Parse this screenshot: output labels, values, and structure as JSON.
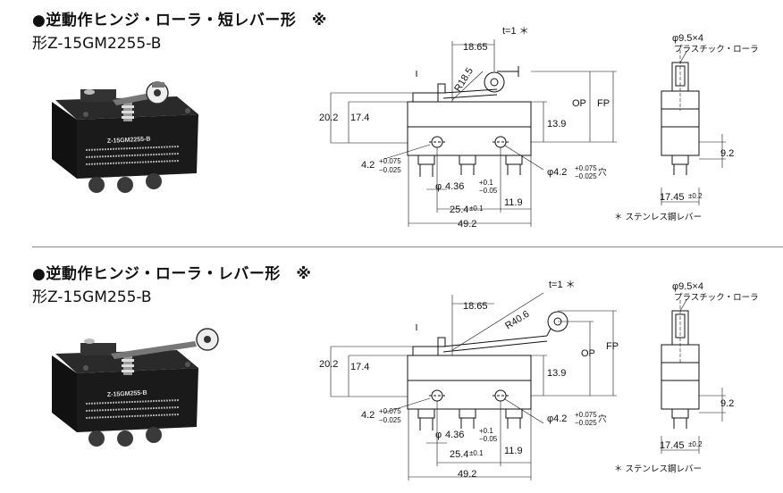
{
  "sections": [
    {
      "title": "●逆動作ヒンジ・ローラ・短レバー形　※",
      "model": "形Z-15GM2255-B",
      "photo_label": "Z-15GM2255-B",
      "dims": {
        "t": "t=1 ＊",
        "d1865": "18.65",
        "radius": "R18.5",
        "h202": "20.2",
        "h174": "17.4",
        "op": "OP",
        "fp": "FP",
        "h139": "13.9",
        "hole_left": "4.2",
        "hole_left_tol_up": "+0.075",
        "hole_left_tol_dn": "−0.025",
        "pitch": "4.36",
        "pitch_tol_up": "+0.1",
        "pitch_tol_dn": "−0.05",
        "hole_right": "φ4.2",
        "hole_right_tol_up": "+0.075",
        "hole_right_tol_dn": "−0.025",
        "hole_right_suffix": "穴",
        "w254": "25.4",
        "w254_tol": "±0.1",
        "w119": "11.9",
        "w492": "49.2",
        "roller": "φ9.5×4",
        "roller_material": "プラスチック・ローラ",
        "h92": "9.2",
        "w1745": "17.45",
        "w1745_tol": "±0.2",
        "note": "＊ ステンレス鋼レバー"
      }
    },
    {
      "title": "●逆動作ヒンジ・ローラ・レバー形　※",
      "model": "形Z-15GM255-B",
      "photo_label": "Z-15GM255-B",
      "dims": {
        "t": "t=1 ＊",
        "d1865": "18.65",
        "radius": "R40.6",
        "h202": "20.2",
        "h174": "17.4",
        "op": "OP",
        "fp": "FP",
        "h139": "13.9",
        "hole_left": "4.2",
        "hole_left_tol_up": "+0.075",
        "hole_left_tol_dn": "−0.025",
        "pitch": "4.36",
        "pitch_tol_up": "+0.1",
        "pitch_tol_dn": "−0.05",
        "hole_right": "φ4.2",
        "hole_right_tol_up": "+0.075",
        "hole_right_tol_dn": "−0.025",
        "hole_right_suffix": "穴",
        "w254": "25.4",
        "w254_tol": "±0.1",
        "w119": "11.9",
        "w492": "49.2",
        "roller": "φ9.5×4",
        "roller_material": "プラスチック・ローラ",
        "h92": "9.2",
        "w1745": "17.45",
        "w1745_tol": "±0.2",
        "note": "＊ ステンレス鋼レバー"
      }
    }
  ]
}
